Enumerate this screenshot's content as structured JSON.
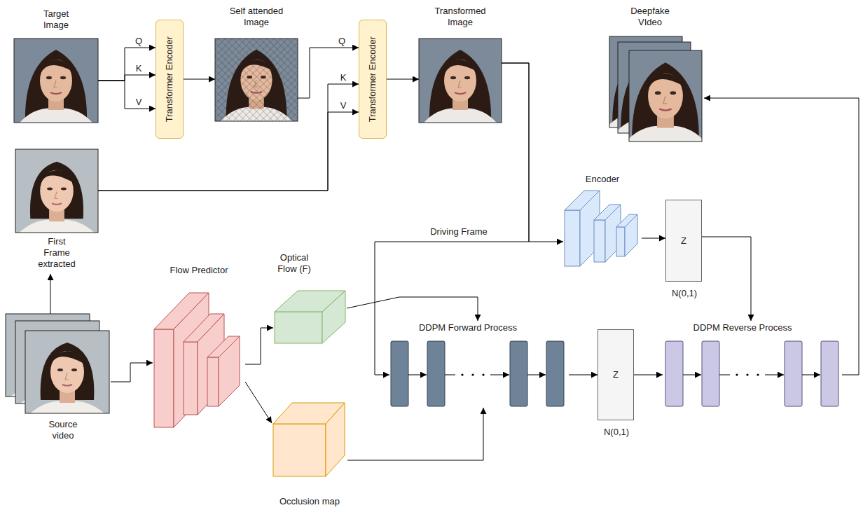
{
  "diagram": {
    "nodes": [
      {
        "text": [
          "Target Image"
        ]
      },
      {
        "text": [
          "Transformer Encoder"
        ]
      },
      {
        "text": [
          "Self attended Image"
        ]
      },
      {
        "text": [
          "Transformer Encoder"
        ]
      },
      {
        "text": [
          "Transformed Image"
        ]
      },
      {
        "text": [
          "Deepfake VIdeo"
        ]
      },
      {
        "text": [
          "First Frame extracted"
        ]
      },
      {
        "text": [
          "Source video"
        ]
      },
      {
        "text": [
          "Flow Predictor"
        ]
      },
      {
        "text": [
          "Optical Flow (F)"
        ]
      },
      {
        "text": [
          "Occlusion map"
        ]
      },
      {
        "text": [
          "Encoder"
        ]
      },
      {
        "text": [
          "Z",
          "N(0,1)"
        ]
      },
      {
        "text": [
          "DDPM Forward Process"
        ]
      },
      {
        "text": [
          "Z",
          "N(0,1)"
        ]
      },
      {
        "text": [
          "DDPM Reverse Process"
        ]
      }
    ],
    "edges": [
      {
        "from": 0,
        "to": 1,
        "label": "Q",
        "arrow": "to"
      },
      {
        "from": 0,
        "to": 1,
        "label": "K",
        "arrow": "to"
      },
      {
        "from": 0,
        "to": 1,
        "label": "V",
        "arrow": "to"
      },
      {
        "from": 1,
        "to": 2,
        "arrow": "to"
      },
      {
        "from": 2,
        "to": 3,
        "label": "Q",
        "arrow": "to"
      },
      {
        "from": 6,
        "to": 3,
        "label": "K",
        "arrow": "to"
      },
      {
        "from": 6,
        "to": 3,
        "label": "V",
        "arrow": "to"
      },
      {
        "from": 3,
        "to": 4,
        "arrow": "to"
      },
      {
        "from": 4,
        "to": 11,
        "arrow": "to"
      },
      {
        "from": 4,
        "to": 13,
        "label": "Driving Frame",
        "arrow": "to"
      },
      {
        "from": 15,
        "to": 5,
        "arrow": "to"
      },
      {
        "from": 7,
        "to": 6,
        "arrow": "to"
      },
      {
        "from": 7,
        "to": 8,
        "arrow": "to"
      },
      {
        "from": 8,
        "to": 9,
        "arrow": "to"
      },
      {
        "from": 8,
        "to": 10,
        "arrow": "to"
      },
      {
        "from": 9,
        "to": 13,
        "arrow": "to"
      },
      {
        "from": 10,
        "to": 13,
        "arrow": "to"
      },
      {
        "from": 11,
        "to": 12,
        "arrow": "to"
      },
      {
        "from": 12,
        "to": 15,
        "arrow": "to"
      },
      {
        "from": 13,
        "to": 14,
        "arrow": "to"
      },
      {
        "from": 14,
        "to": 15,
        "arrow": "to"
      }
    ]
  }
}
